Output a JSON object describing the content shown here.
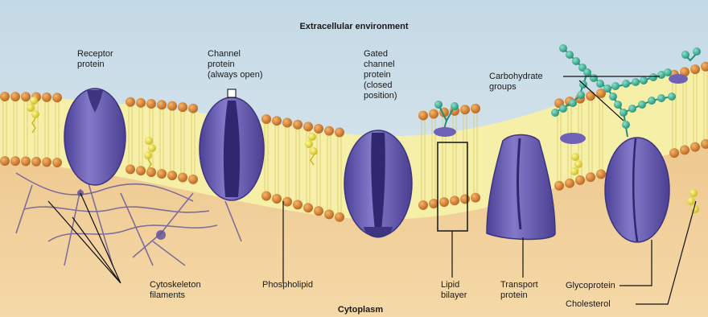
{
  "diagram": {
    "top_title": "Extracellular environment",
    "bottom_title": "Cytoplasm",
    "labels": {
      "receptor": [
        "Receptor",
        "protein"
      ],
      "channel": [
        "Channel",
        "protein",
        "(always open)"
      ],
      "gated": [
        "Gated",
        "channel",
        "protein",
        "(closed",
        "position)"
      ],
      "carbohydrate": [
        "Carbohydrate",
        "groups"
      ],
      "cytoskeleton": [
        "Cytoskeleton",
        "filaments"
      ],
      "phospholipid": [
        "Phospholipid"
      ],
      "lipid_bilayer": [
        "Lipid",
        "bilayer"
      ],
      "transport": [
        "Transport",
        "protein"
      ],
      "glycoprotein": [
        "Glycoprotein"
      ],
      "cholesterol": [
        "Cholesterol"
      ]
    },
    "colors": {
      "extracellular_bg": "#c7dbe6",
      "cytoplasm_bg": "#efc98e",
      "bilayer_core": "#f6efa8",
      "phospholipid_head": "#d8842f",
      "protein": "#6e62b8",
      "protein_dark": "#3d3580",
      "carbohydrate": "#2aa08a",
      "cholesterol": "#e6dc2a",
      "cytoskeleton": "#5b4d9a"
    }
  }
}
